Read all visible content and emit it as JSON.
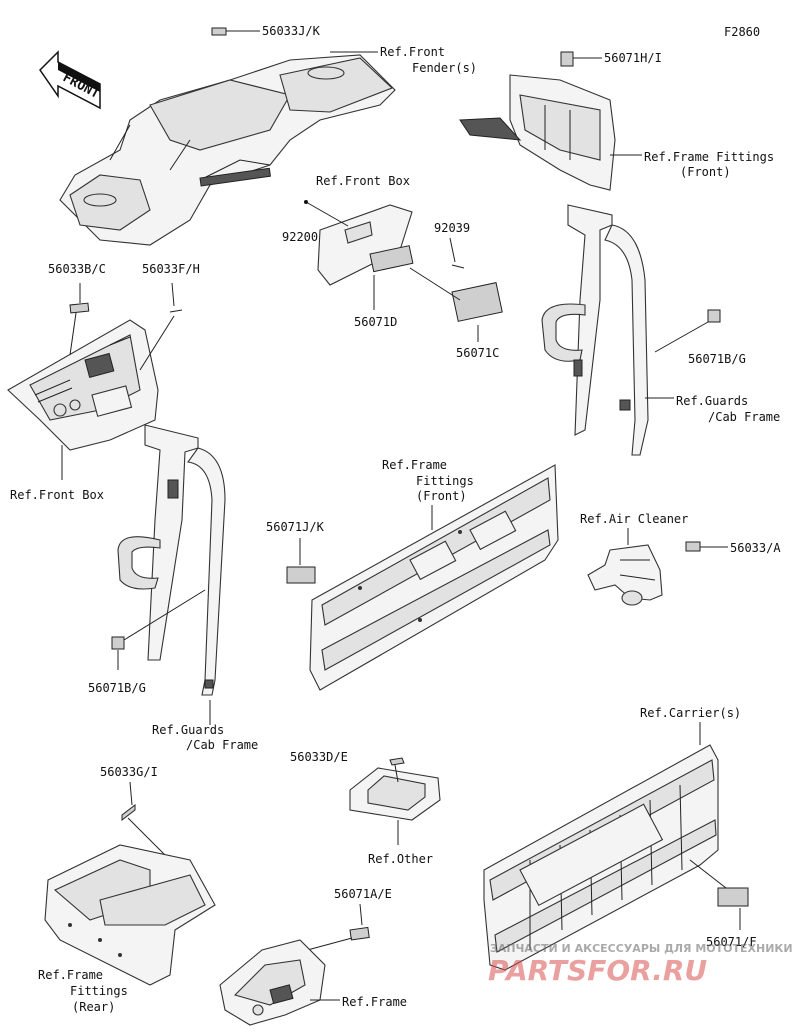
{
  "figure_code": "F2860",
  "front_arrow": "FRONT",
  "labels": {
    "l_56033jk": "56033J/K",
    "l_fender_1": "Ref.Front",
    "l_fender_2": "Fender(s)",
    "l_56071hi": "56071H/I",
    "l_frame_front_1": "Ref.Frame Fittings",
    "l_frame_front_2": "(Front)",
    "l_frontbox_top": "Ref.Front Box",
    "l_92200": "92200",
    "l_92039": "92039",
    "l_56071d": "56071D",
    "l_56071c": "56071C",
    "l_56033bc": "56033B/C",
    "l_56033fh": "56033F/H",
    "l_frontbox_left": "Ref.Front Box",
    "l_56071bg_r": "56071B/G",
    "l_guards_r_1": "Ref.Guards",
    "l_guards_r_2": "/Cab Frame",
    "l_frame_mid_1": "Ref.Frame",
    "l_frame_mid_2": "Fittings",
    "l_frame_mid_3": "(Front)",
    "l_aircleaner": "Ref.Air Cleaner",
    "l_56033a": "56033/A",
    "l_56071jk": "56071J/K",
    "l_56071bg_l": "56071B/G",
    "l_guards_l_1": "Ref.Guards",
    "l_guards_l_2": "/Cab Frame",
    "l_carrier": "Ref.Carrier(s)",
    "l_56033gi": "56033G/I",
    "l_56033de": "56033D/E",
    "l_other": "Ref.Other",
    "l_56071ae": "56071A/E",
    "l_56071f": "56071/F",
    "l_frame_rear_1": "Ref.Frame",
    "l_frame_rear_2": "Fittings",
    "l_frame_rear_3": "(Rear)",
    "l_refframe": "Ref.Frame"
  },
  "watermark": {
    "caption": "ЗАПЧАСТИ И АКСЕССУАРЫ ДЛЯ МОТОТЕХНИКИ",
    "brand": "PARTSFOR.RU",
    "color": "#d9534f"
  }
}
